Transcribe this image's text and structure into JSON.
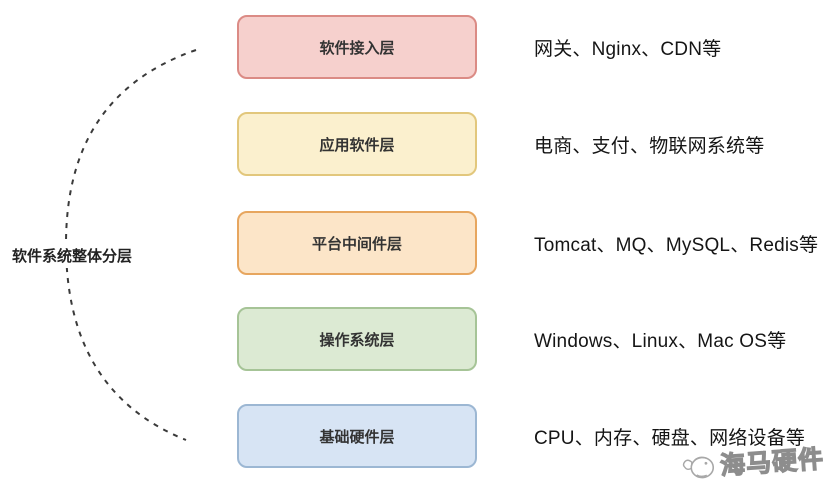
{
  "diagram": {
    "side_label": "软件系统整体分层",
    "line_color": "#3a3a3a",
    "layers": [
      {
        "label": "软件接入层",
        "examples": "网关、Nginx、CDN等",
        "fill": "#f6d0cd",
        "border": "#db8b85"
      },
      {
        "label": "应用软件层",
        "examples": "电商、支付、物联网系统等",
        "fill": "#fbf0ce",
        "border": "#e2c77c"
      },
      {
        "label": "平台中间件层",
        "examples": "Tomcat、MQ、MySQL、Redis等",
        "fill": "#fce5c8",
        "border": "#e7a65f"
      },
      {
        "label": "操作系统层",
        "examples": "Windows、Linux、Mac OS等",
        "fill": "#dcead3",
        "border": "#a6c497"
      },
      {
        "label": "基础硬件层",
        "examples": "CPU、内存、硬盘、网络设备等",
        "fill": "#d7e4f4",
        "border": "#9cb7d3"
      }
    ]
  },
  "watermark": {
    "text": "海马硬件",
    "icon": "seahorse-mascot-icon"
  }
}
